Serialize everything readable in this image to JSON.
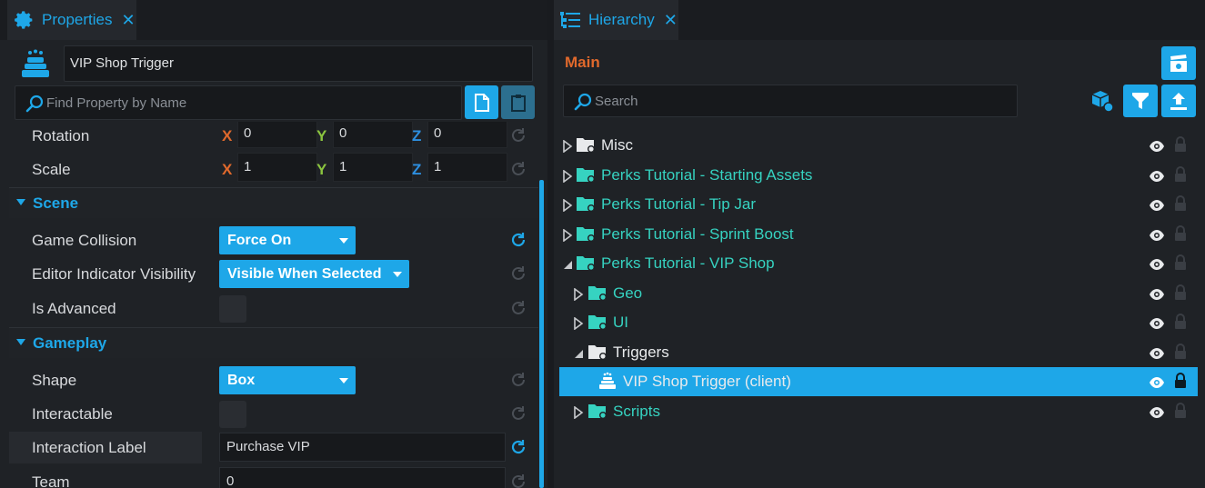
{
  "properties": {
    "tab_label": "Properties",
    "tab_close": "✕",
    "object_name": "VIP Shop Trigger",
    "search_placeholder": "Find Property by Name",
    "rows": {
      "rotation": {
        "label": "Rotation",
        "x": "0",
        "y": "0",
        "z": "0"
      },
      "scale": {
        "label": "Scale",
        "x": "1",
        "y": "1",
        "z": "1"
      }
    },
    "axis_labels": {
      "x": "X",
      "y": "Y",
      "z": "Z"
    },
    "sections": {
      "scene": {
        "title": "Scene",
        "game_collision": {
          "label": "Game Collision",
          "value": "Force On"
        },
        "editor_indicator": {
          "label": "Editor Indicator Visibility",
          "value": "Visible When Selected"
        },
        "is_advanced": {
          "label": "Is Advanced"
        }
      },
      "gameplay": {
        "title": "Gameplay",
        "shape": {
          "label": "Shape",
          "value": "Box"
        },
        "interactable": {
          "label": "Interactable"
        },
        "interaction_label": {
          "label": "Interaction Label",
          "value": "Purchase VIP"
        },
        "team": {
          "label": "Team",
          "value": "0"
        }
      }
    }
  },
  "hierarchy": {
    "tab_label": "Hierarchy",
    "tab_close": "✕",
    "root_label": "Main",
    "search_placeholder": "Search",
    "items": [
      {
        "label": "Misc",
        "color": "white",
        "expanded": false
      },
      {
        "label": "Perks Tutorial - Starting Assets",
        "color": "teal",
        "expanded": false
      },
      {
        "label": "Perks Tutorial - Tip Jar",
        "color": "teal",
        "expanded": false
      },
      {
        "label": "Perks Tutorial - Sprint Boost",
        "color": "teal",
        "expanded": false
      },
      {
        "label": "Perks Tutorial - VIP Shop",
        "color": "teal",
        "expanded": true
      },
      {
        "label": "Geo",
        "color": "teal",
        "expanded": false
      },
      {
        "label": "UI",
        "color": "teal",
        "expanded": false
      },
      {
        "label": "Triggers",
        "color": "white",
        "expanded": true
      },
      {
        "label": "VIP Shop Trigger (client)",
        "color": "white",
        "selected": true
      },
      {
        "label": "Scripts",
        "color": "teal",
        "expanded": false
      }
    ]
  },
  "colors": {
    "accent": "#1ea7e8",
    "teal_text": "#36d3c1",
    "main_label": "#e0692c",
    "axis_x": "#e0692c",
    "axis_y": "#8bc53f",
    "axis_z": "#2d8fe0"
  }
}
